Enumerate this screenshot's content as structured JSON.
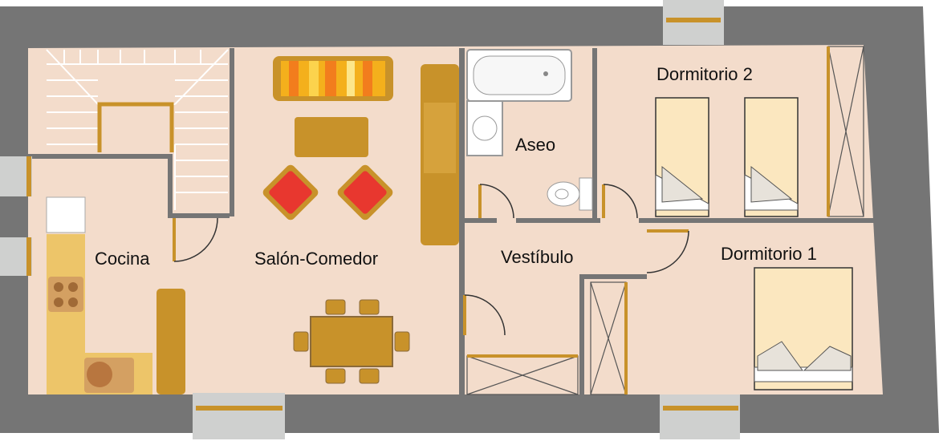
{
  "rooms": {
    "cocina": "Cocina",
    "salon": "Salón-Comedor",
    "aseo": "Aseo",
    "vestibulo": "Vestíbulo",
    "dormitorio1": "Dormitorio 1",
    "dormitorio2": "Dormitorio 2"
  },
  "colors": {
    "wall": "#757575",
    "floor": "#f3dccb",
    "furniture": "#c8922a",
    "armchair": "#e8372f",
    "bed_sheet": "#fbe7bf",
    "counter": "#edc569"
  }
}
